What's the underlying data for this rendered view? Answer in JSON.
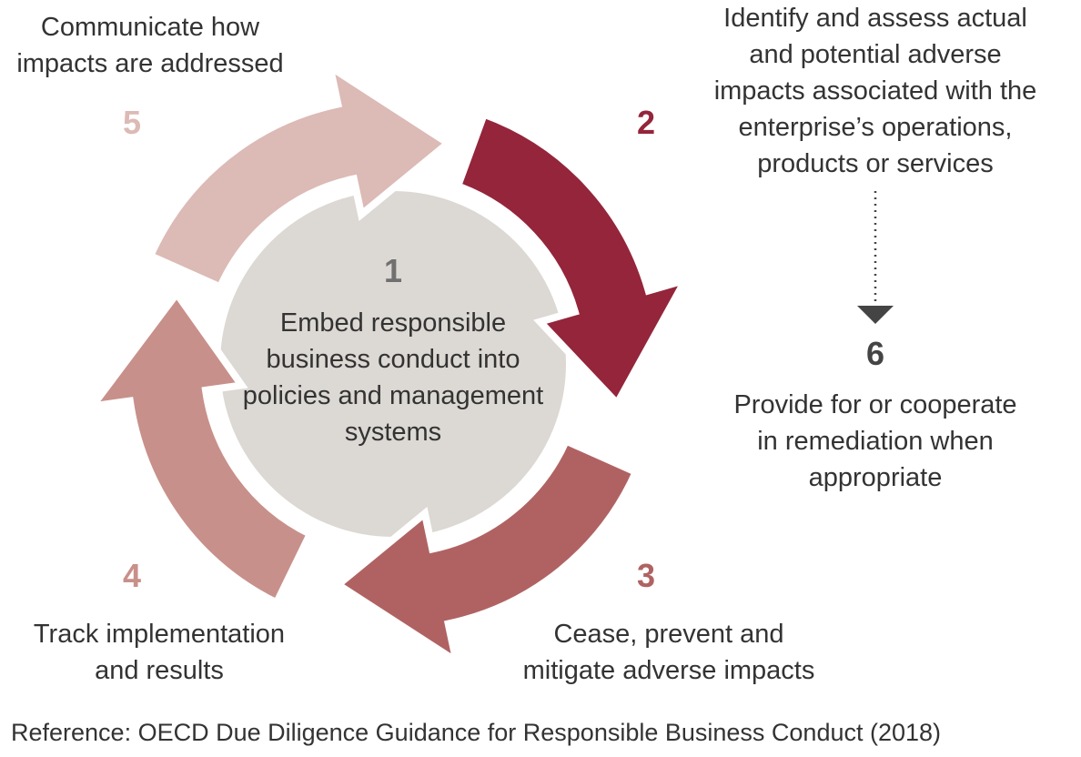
{
  "colors": {
    "step2": "#94253a",
    "step3": "#b06262",
    "step4": "#c8908a",
    "step5": "#dcbab5",
    "center": "#dcd8d3",
    "step1_number": "#707070",
    "step6": "#444444"
  },
  "steps": {
    "s1": {
      "number": "1",
      "lines": [
        "Embed responsible",
        "business conduct into",
        "policies and management",
        "systems"
      ]
    },
    "s2": {
      "number": "2",
      "lines": [
        "Identify and assess actual",
        "and potential adverse",
        "impacts associated with the",
        "enterprise’s operations,",
        "products or services"
      ]
    },
    "s3": {
      "number": "3",
      "lines": [
        "Cease, prevent and",
        "mitigate adverse impacts"
      ]
    },
    "s4": {
      "number": "4",
      "lines": [
        "Track implementation",
        "and results"
      ]
    },
    "s5": {
      "number": "5",
      "lines": [
        "Communicate how",
        "impacts are addressed"
      ]
    },
    "s6": {
      "number": "6",
      "lines": [
        "Provide for or cooperate",
        "in remediation when",
        "appropriate"
      ]
    }
  },
  "reference": "Reference: OECD Due Diligence Guidance for Responsible Business Conduct (2018)"
}
